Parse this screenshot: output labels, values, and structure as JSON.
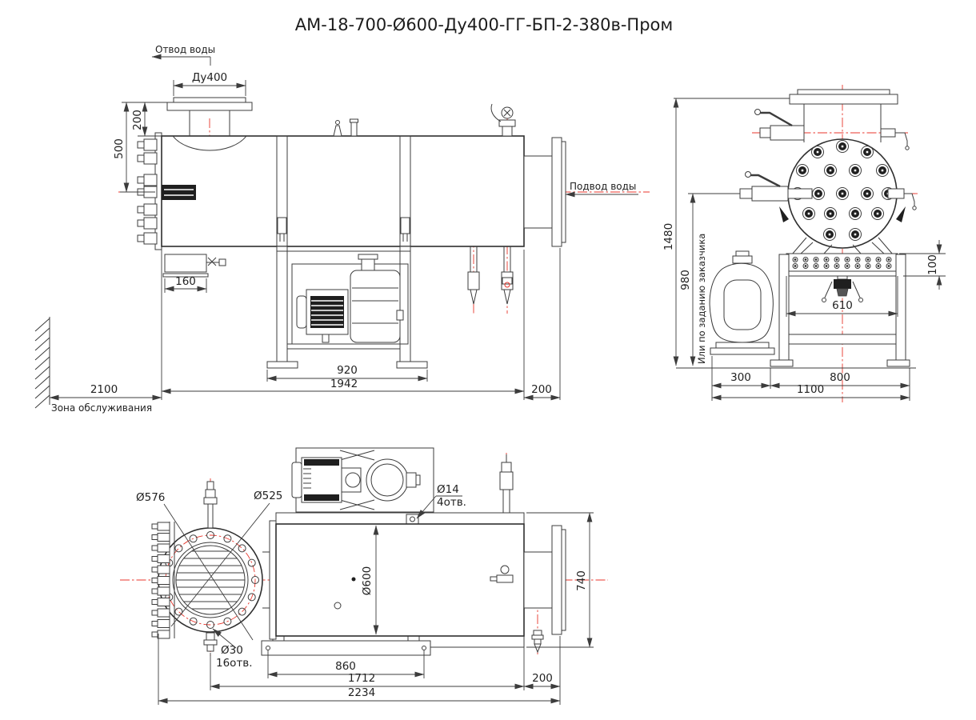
{
  "title": "АМ-18-700-Ø600-Ду400-ГГ-БП-2-380в-Пром",
  "colors": {
    "line": "#3c3c3c",
    "centerline": "#e8352b",
    "background": "#ffffff"
  },
  "side_view": {
    "labels": {
      "water_outlet": "Отвод воды",
      "water_inlet": "Подвод воды",
      "service_zone": "Зона обслуживания"
    },
    "dims": {
      "outlet_dn": "Ду400",
      "flange_to_shell": "200",
      "axis_offset": "500",
      "drain_offset": "160",
      "feet_span": "920",
      "unit_length": "1942",
      "nozzle_length": "200",
      "service_zone_width": "2100"
    }
  },
  "end_view": {
    "labels": {
      "height_note": "Или по заданию заказчика"
    },
    "dims": {
      "overall_height": "1480",
      "axis_height": "980",
      "terminal_box_height": "100",
      "terminal_box_width": "610",
      "pump_depth": "300",
      "frame_depth": "800",
      "base_depth": "1100"
    },
    "lamp_ports": 18
  },
  "plan_view": {
    "dims": {
      "flange_od": "Ø576",
      "bolt_circle_d": "Ø525",
      "mount_hole_d": "Ø14",
      "mount_hole_qty": "4отв.",
      "shell_d": "Ø600",
      "flange_hole_d": "Ø30",
      "flange_hole_qty": "16отв.",
      "overall_width": "740",
      "mount_span": "860",
      "body_length": "1712",
      "nozzle_length": "200",
      "overall_length": "2234"
    }
  }
}
